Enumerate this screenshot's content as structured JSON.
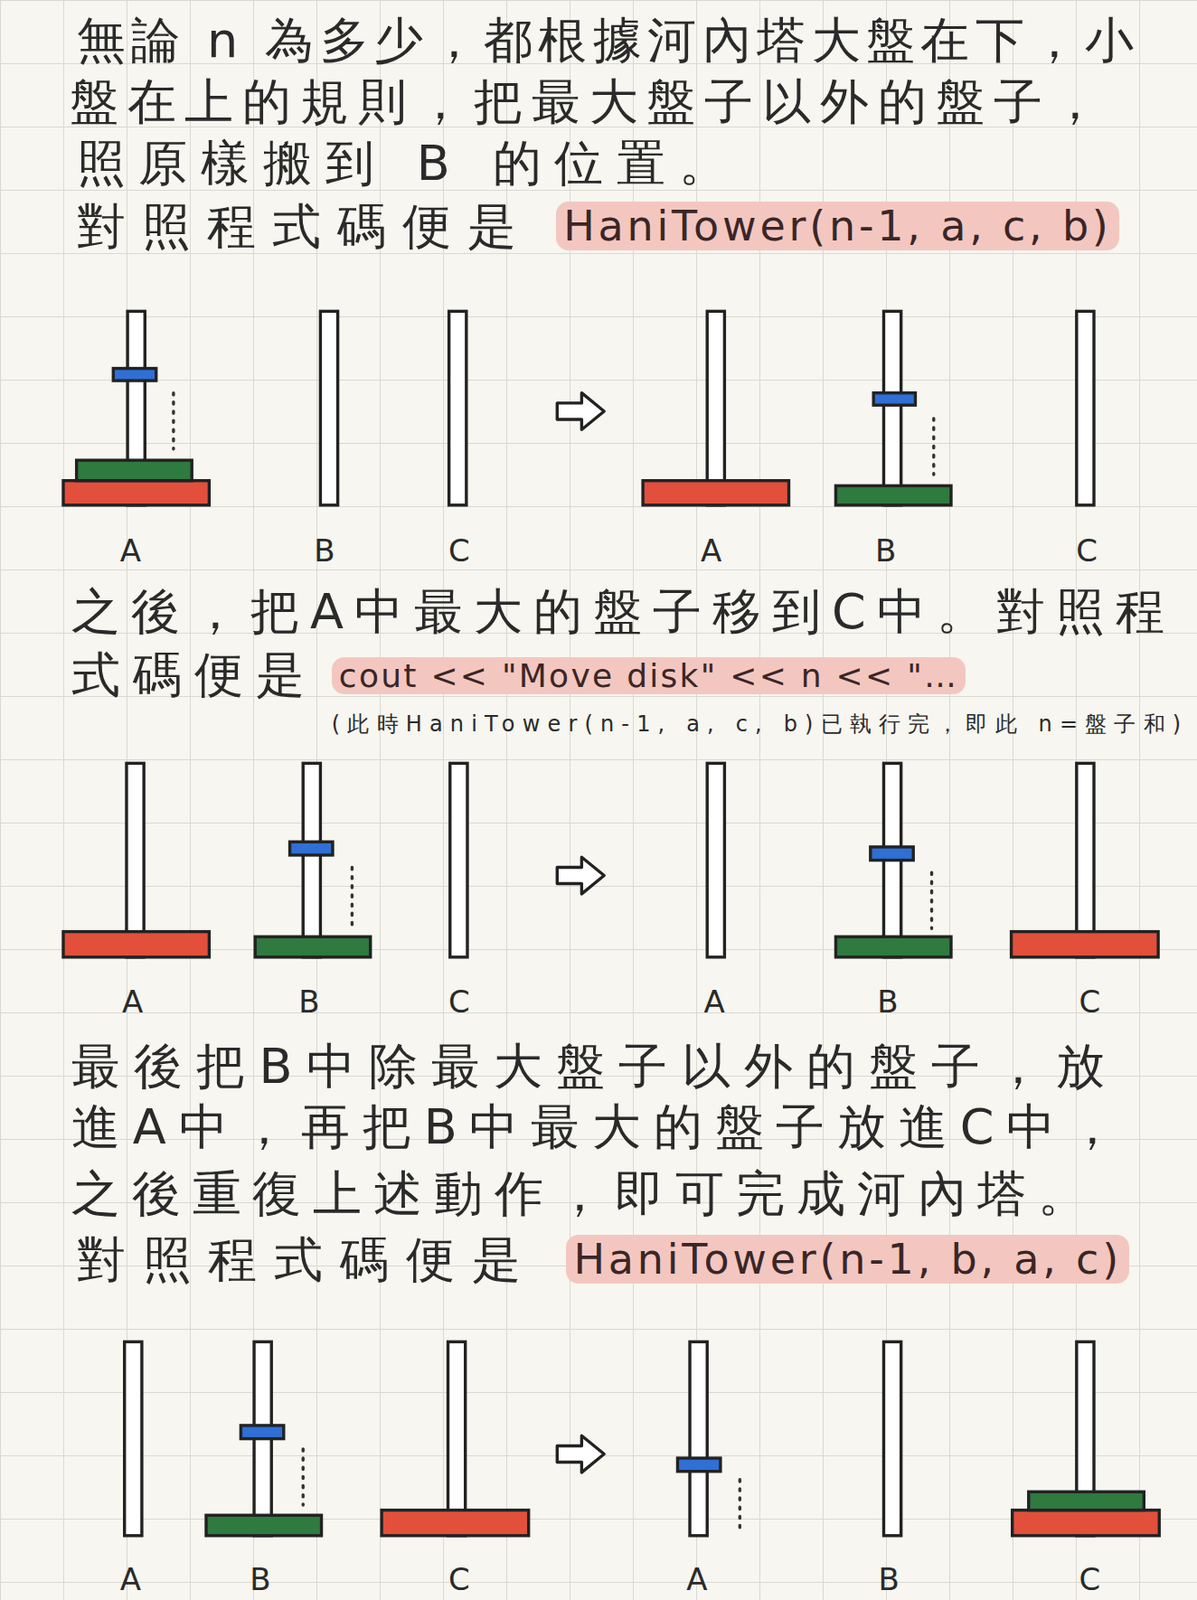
{
  "diagram": {
    "labels": [
      "無論 n 為多少，都根據河內塔大盤在下，小",
      "盤在上的規則，把最大盤子以外的盤子，",
      "照原樣搬到 B 的位置。",
      "對照程式碼便是",
      "HaniTower(n-1, a, c, b)",
      "A",
      "B",
      "C",
      "A",
      "B",
      "C",
      "之後，把A中最大的盤子移到C中。對照程",
      "式碼便是",
      "cout << \"Move disk\" << n << \"…",
      "(此時HaniTower(n-1, a, c, b)已執行完，即此 n=盤子和)",
      "A",
      "B",
      "C",
      "A",
      "B",
      "C",
      "最後把B中除最大盤子以外的盤子，放",
      "進A中，再把B中最大的盤子放進C中，",
      "之後重復上述動作，即可完成河內塔。",
      "對照程式碼便是",
      "HaniTower(n-1, b, a, c)",
      "A",
      "B",
      "C",
      "A",
      "B",
      "C"
    ]
  }
}
